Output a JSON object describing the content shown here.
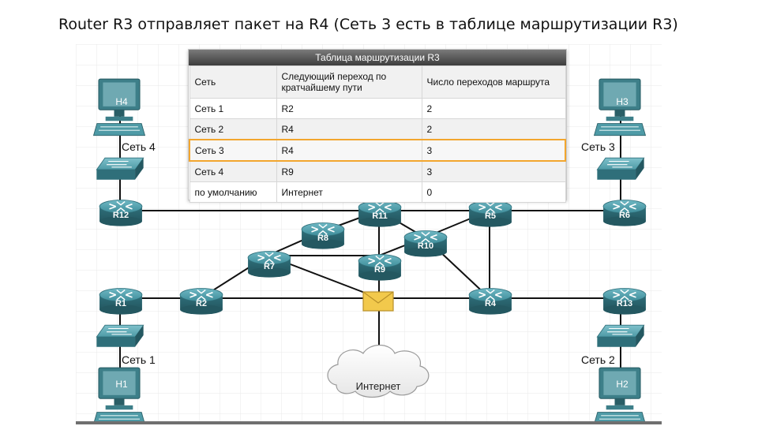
{
  "slide_title": "Router R3 отправляет пакет на R4 (Сеть 3 есть в таблице маршрутизации R3)",
  "routing_table": {
    "title": "Таблица маршрутизации R3",
    "headers": [
      "Сеть",
      "Следующий переход по кратчайшему пути",
      "Число переходов маршрута"
    ],
    "rows": [
      {
        "net": "Сеть 1",
        "next": "R2",
        "hops": "2"
      },
      {
        "net": "Сеть 2",
        "next": "R4",
        "hops": "2"
      },
      {
        "net": "Сеть 3",
        "next": "R4",
        "hops": "3"
      },
      {
        "net": "Сеть 4",
        "next": "R9",
        "hops": "3"
      },
      {
        "net": "по умолчанию",
        "next": "Интернет",
        "hops": "0"
      }
    ],
    "highlight_row": 2,
    "highlight_color": "#f2a62e"
  },
  "networks": {
    "net4": "Сеть 4",
    "net3": "Сеть 3",
    "net1": "Сеть 1",
    "net2": "Сеть 2"
  },
  "hosts": {
    "h4": "H4",
    "h3": "H3",
    "h1": "H1",
    "h2": "H2"
  },
  "routers": {
    "r12": "R12",
    "r6": "R6",
    "r11": "R11",
    "r5": "R5",
    "r8": "R8",
    "r10": "R10",
    "r7": "R7",
    "r9": "R9",
    "r1": "R1",
    "r2": "R2",
    "r4": "R4",
    "r13": "R13"
  },
  "internet": "Интернет",
  "colors": {
    "router": "#3f8d9a",
    "link": "#111111",
    "packet": "#f2c94c",
    "highlight": "#f2a62e"
  }
}
